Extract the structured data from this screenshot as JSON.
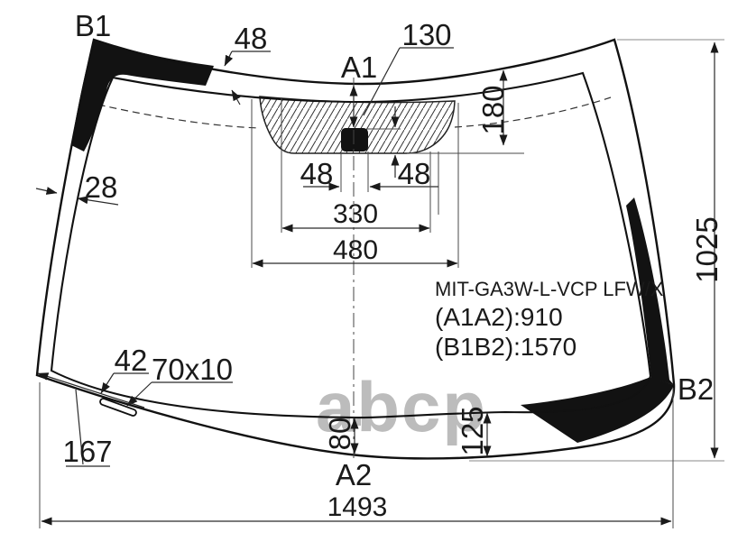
{
  "labels": {
    "b1": "B1",
    "a1": "A1",
    "a2": "A2",
    "b2": "B2"
  },
  "dims": {
    "top_band": "48",
    "mirror_from_top": "130",
    "shade_height": "180",
    "side_band": "28",
    "pad_left": "48",
    "pad_right": "48",
    "shade_inner_width": "330",
    "shade_outer_width": "480",
    "glass_height": "1025",
    "slot_offset": "42",
    "slot_size": "70x10",
    "slot_from_edge": "167",
    "bottom_band_center": "80",
    "bottom_band_right": "125",
    "glass_width": "1493"
  },
  "part": {
    "number": "MIT-GA3W-L-VCP LFW/X",
    "a1a2": "(A1A2):910",
    "b1b2": "(B1B2):1570"
  },
  "watermark": {
    "text": "abcp"
  },
  "colors": {
    "line": "#1a1a1a",
    "glass_black": "#121212",
    "watermark": "#bcbcbc",
    "background": "#ffffff"
  }
}
